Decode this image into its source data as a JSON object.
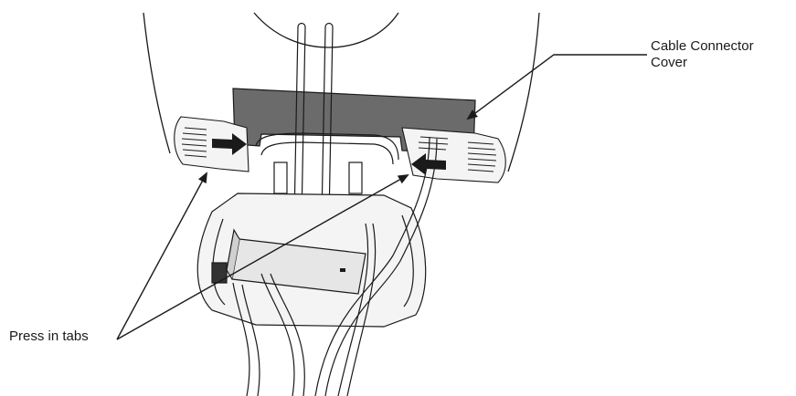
{
  "labels": {
    "cable_connector_line1": "Cable Connector",
    "cable_connector_line2": "Cover",
    "press_in_tabs": "Press in tabs"
  },
  "colors": {
    "line": "#1a1a1a",
    "cover_fill": "#6b6b6b",
    "background": "#ffffff",
    "part_fill": "#f4f4f4",
    "power_brick": "#e6e6e6"
  }
}
